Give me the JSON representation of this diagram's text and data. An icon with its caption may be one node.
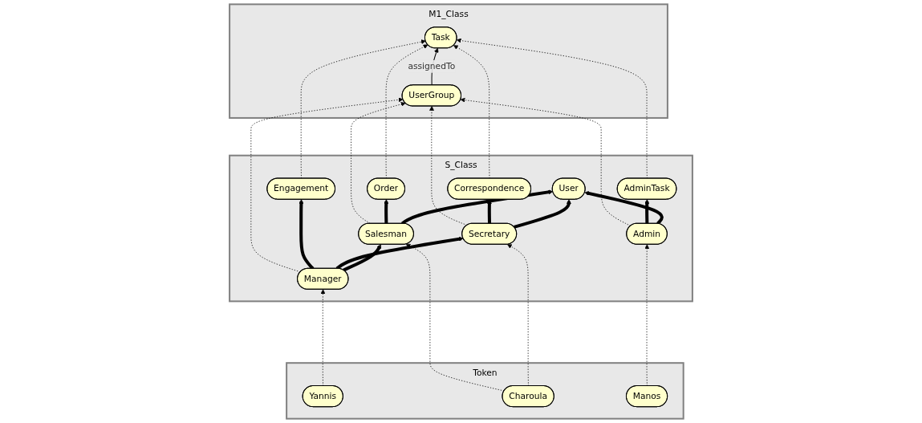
{
  "diagram": {
    "nodes": [
      {
        "text": [
          "M1_Class"
        ]
      },
      {
        "text": [
          "UserGroup"
        ],
        "in": 0
      },
      {
        "text": [
          "Task"
        ],
        "in": 0
      },
      {
        "text": [
          "S_Class"
        ]
      },
      {
        "text": [
          "User"
        ],
        "in": 3
      },
      {
        "text": [
          "Salesman"
        ],
        "in": 3
      },
      {
        "text": [
          "Order"
        ],
        "in": 3
      },
      {
        "text": [
          "Manager"
        ],
        "in": 3
      },
      {
        "text": [
          "Engagement"
        ],
        "in": 3
      },
      {
        "text": [
          "Secretary"
        ],
        "in": 3
      },
      {
        "text": [
          "Correspondence"
        ],
        "in": 3
      },
      {
        "text": [
          "Admin"
        ],
        "in": 3
      },
      {
        "text": [
          "AdminTask"
        ],
        "in": 3
      },
      {
        "text": [
          "Token"
        ]
      },
      {
        "text": [
          "Manos"
        ],
        "in": 13
      },
      {
        "text": [
          "Charoula"
        ],
        "in": 13
      },
      {
        "text": [
          "Yannis"
        ],
        "in": 13
      }
    ],
    "edges": [
      {
        "from": 1,
        "to": 2,
        "arrow": "to",
        "label": "assignedTo"
      },
      {
        "from": 5,
        "to": 4,
        "arrow": "to",
        "style": "thick"
      },
      {
        "from": 9,
        "to": 4,
        "arrow": "to",
        "style": "thick"
      },
      {
        "from": 11,
        "to": 4,
        "arrow": "to",
        "style": "thick"
      },
      {
        "from": 5,
        "to": 6,
        "arrow": "to",
        "style": "thick"
      },
      {
        "from": 7,
        "to": 5,
        "arrow": "to",
        "style": "thick"
      },
      {
        "from": 7,
        "to": 9,
        "arrow": "to",
        "style": "thick"
      },
      {
        "from": 7,
        "to": 8,
        "arrow": "to",
        "style": "thick"
      },
      {
        "from": 9,
        "to": 10,
        "arrow": "to",
        "style": "thick"
      },
      {
        "from": 11,
        "to": 12,
        "arrow": "to",
        "style": "thick"
      },
      {
        "from": 11,
        "to": 1,
        "arrow": "to",
        "style": "dashed"
      },
      {
        "from": 9,
        "to": 1,
        "arrow": "to",
        "style": "dashed"
      },
      {
        "from": 5,
        "to": 1,
        "arrow": "to",
        "style": "dashed"
      },
      {
        "from": 7,
        "to": 1,
        "arrow": "to",
        "style": "dashed"
      },
      {
        "from": 6,
        "to": 2,
        "arrow": "to",
        "style": "dashed"
      },
      {
        "from": 8,
        "to": 2,
        "arrow": "to",
        "style": "dashed"
      },
      {
        "from": 10,
        "to": 2,
        "arrow": "to",
        "style": "dashed"
      },
      {
        "from": 12,
        "to": 2,
        "arrow": "to",
        "style": "dashed"
      },
      {
        "from": 14,
        "to": 11,
        "arrow": "to",
        "style": "dashed"
      },
      {
        "from": 15,
        "to": 9,
        "arrow": "to",
        "style": "dashed"
      },
      {
        "from": 15,
        "to": 5,
        "arrow": "to",
        "style": "dashed"
      },
      {
        "from": 16,
        "to": 7,
        "arrow": "to",
        "style": "dashed"
      }
    ]
  }
}
